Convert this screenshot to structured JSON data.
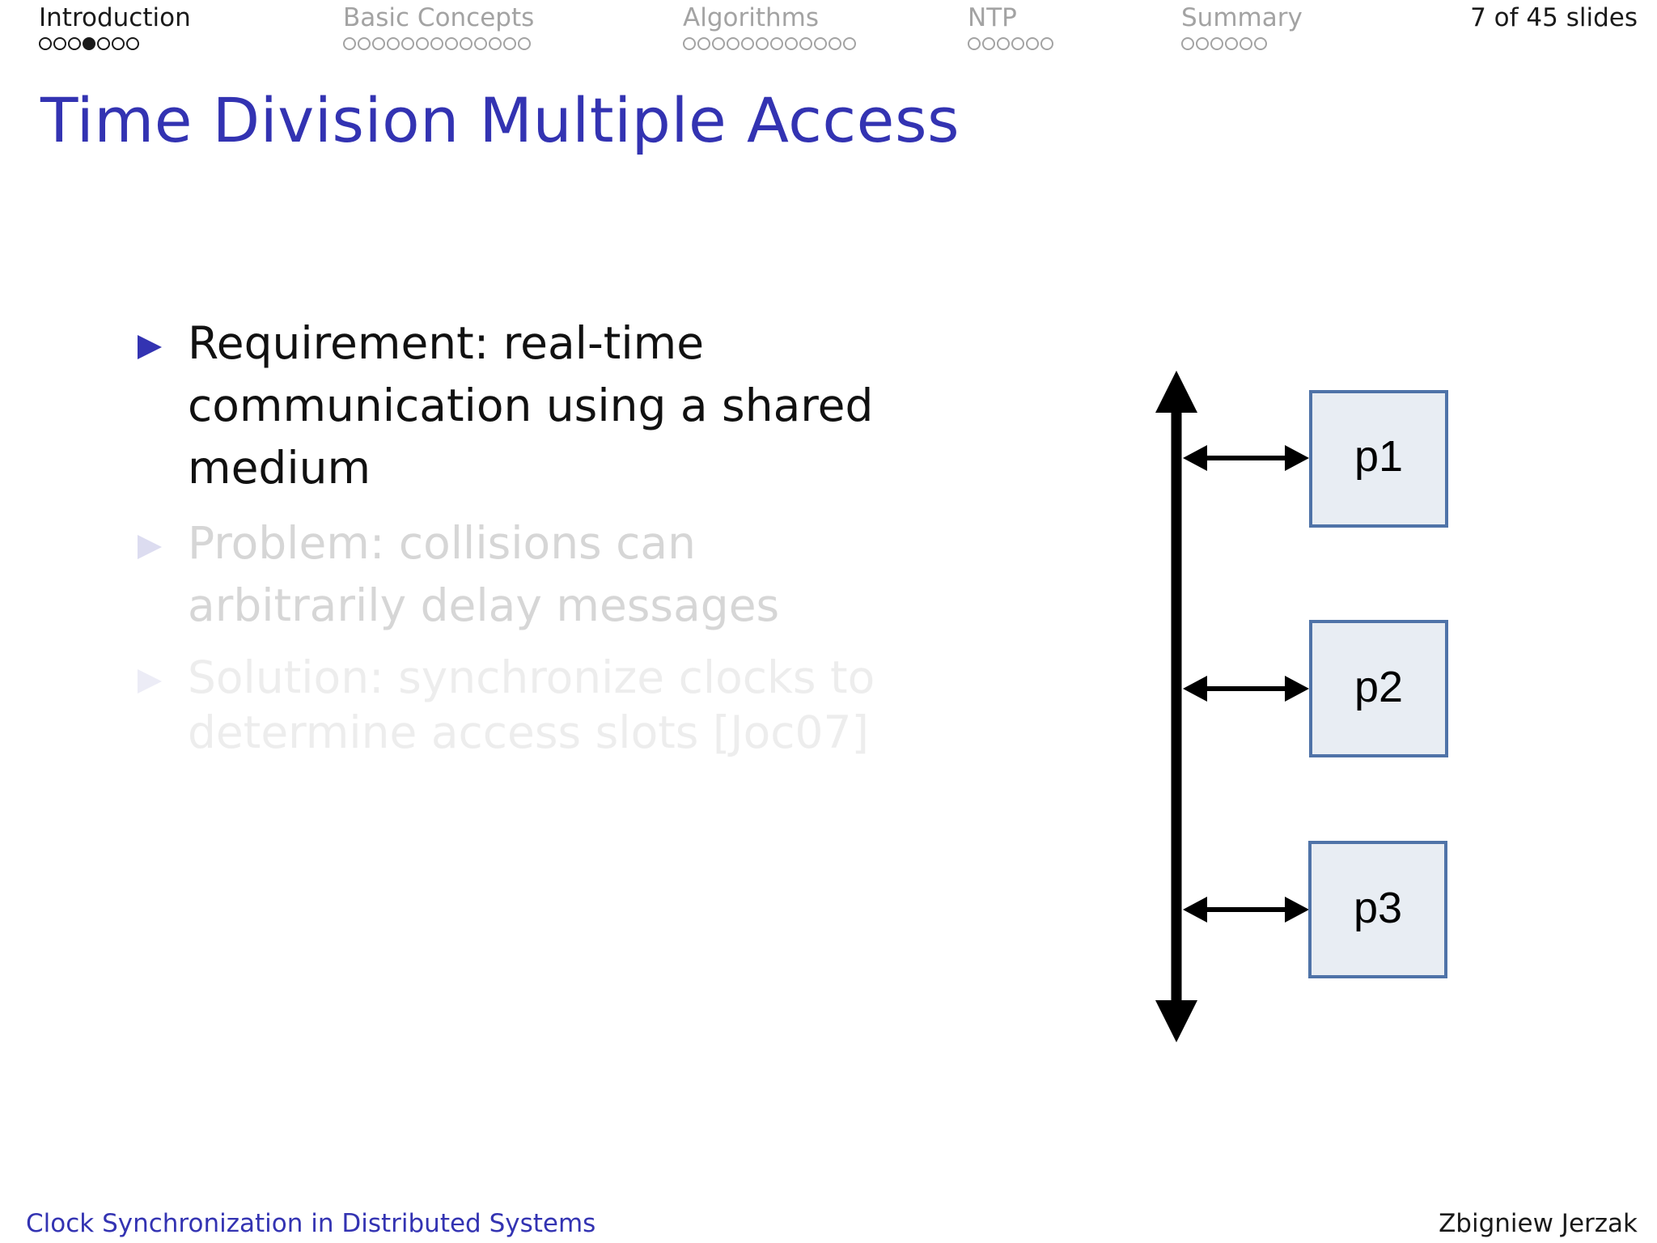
{
  "nav": {
    "sections": [
      {
        "label": "Introduction",
        "dots": 7,
        "current": 3,
        "active": true
      },
      {
        "label": "Basic Concepts",
        "dots": 13,
        "current": -1,
        "active": false
      },
      {
        "label": "Algorithms",
        "dots": 12,
        "current": -1,
        "active": false
      },
      {
        "label": "NTP",
        "dots": 6,
        "current": -1,
        "active": false
      },
      {
        "label": "Summary",
        "dots": 6,
        "current": -1,
        "active": false
      }
    ],
    "slide_counter": "7 of 45 slides"
  },
  "title": "Time Division Multiple Access",
  "bullets": [
    {
      "text": "Requirement: real-time communication using a shared medium",
      "state": "visible"
    },
    {
      "text": "Problem: collisions can arbitrarily delay messages",
      "state": "dim1"
    },
    {
      "text": "Solution: synchronize clocks to determine access slots [Joc07]",
      "state": "dim2"
    }
  ],
  "diagram": {
    "nodes": [
      "p1",
      "p2",
      "p3"
    ],
    "node_fill": "#e8edf3",
    "node_stroke": "#4f73a8"
  },
  "footer": {
    "left": "Clock Synchronization in Distributed Systems",
    "right": "Zbigniew Jerzak"
  },
  "colors": {
    "accent": "#3333b2",
    "text": "#111111"
  }
}
